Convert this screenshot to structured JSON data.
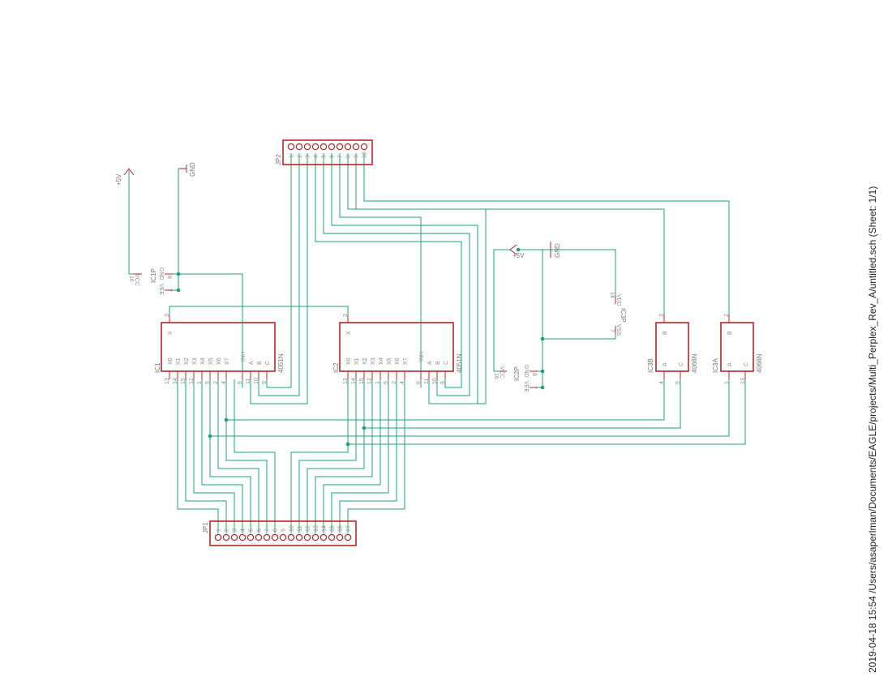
{
  "footer": {
    "timestamp_path": "2019-04-18 15:54  /Users/asaperlman/Documents/EAGLE/projects/Multi_Perplex_Rev_A/untitled.sch (Sheet: 1/1)"
  },
  "power": {
    "plus5v_left": "+5V",
    "gnd_left": "GND",
    "plus5v_right": "+5V",
    "gnd_right": "GND"
  },
  "jp2": {
    "name": "JP2",
    "pins": [
      "1",
      "2",
      "3",
      "4",
      "5",
      "6",
      "7",
      "8",
      "9",
      "10"
    ]
  },
  "jp1": {
    "name": "JP1",
    "pins": [
      "1",
      "2",
      "3",
      "4",
      "5",
      "6",
      "7",
      "8",
      "9",
      "10",
      "11",
      "12",
      "13",
      "14",
      "15",
      "16",
      "17"
    ]
  },
  "ic1p": {
    "name": "IC1P",
    "vcc": "VCC",
    "gnd": "GND",
    "vee": "VEE",
    "pin_vcc": "16",
    "pin_gnd": "8",
    "pin_vee": "7"
  },
  "ic2p": {
    "name": "IC2P",
    "vcc": "VCC",
    "gnd": "GND",
    "vee": "VEE",
    "pin_vcc": "16",
    "pin_gnd": "8",
    "pin_vee": "7"
  },
  "ic3p": {
    "name": "IC3P",
    "vdd": "VDD",
    "vss": "VSS",
    "pin_vdd": "14",
    "pin_vss": "7"
  },
  "ic1": {
    "name": "IC1",
    "value": "4051N",
    "x_label": "X",
    "x_pin": "3",
    "channels": [
      "X0",
      "X1",
      "X2",
      "X3",
      "X4",
      "X5",
      "X6",
      "X7"
    ],
    "channel_pins": [
      "13",
      "14",
      "15",
      "12",
      "1",
      "5",
      "2",
      "4"
    ],
    "inh": "INH",
    "a": "A",
    "b": "B",
    "c": "C",
    "inh_pin": "6",
    "a_pin": "11",
    "b_pin": "10",
    "c_pin": "9"
  },
  "ic2": {
    "name": "IC2",
    "value": "4051N",
    "x_label": "X",
    "x_pin": "3",
    "channels": [
      "X0",
      "X1",
      "X2",
      "X3",
      "X4",
      "X5",
      "X6",
      "X7"
    ],
    "channel_pins": [
      "13",
      "14",
      "15",
      "12",
      "1",
      "5",
      "2",
      "4"
    ],
    "inh": "INH",
    "a": "A",
    "b": "B",
    "c": "C",
    "inh_pin": "6",
    "a_pin": "11",
    "b_pin": "10",
    "c_pin": "9"
  },
  "ic3b": {
    "name": "IC3B",
    "value": "4066N",
    "b": "B",
    "a": "A",
    "c": "C",
    "pin_b": "3",
    "pin_a": "4",
    "pin_c": "5"
  },
  "ic3a": {
    "name": "IC3A",
    "value": "4066N",
    "b": "B",
    "a": "A",
    "c": "C",
    "pin_b": "2",
    "pin_a": "1",
    "pin_c": "13"
  }
}
